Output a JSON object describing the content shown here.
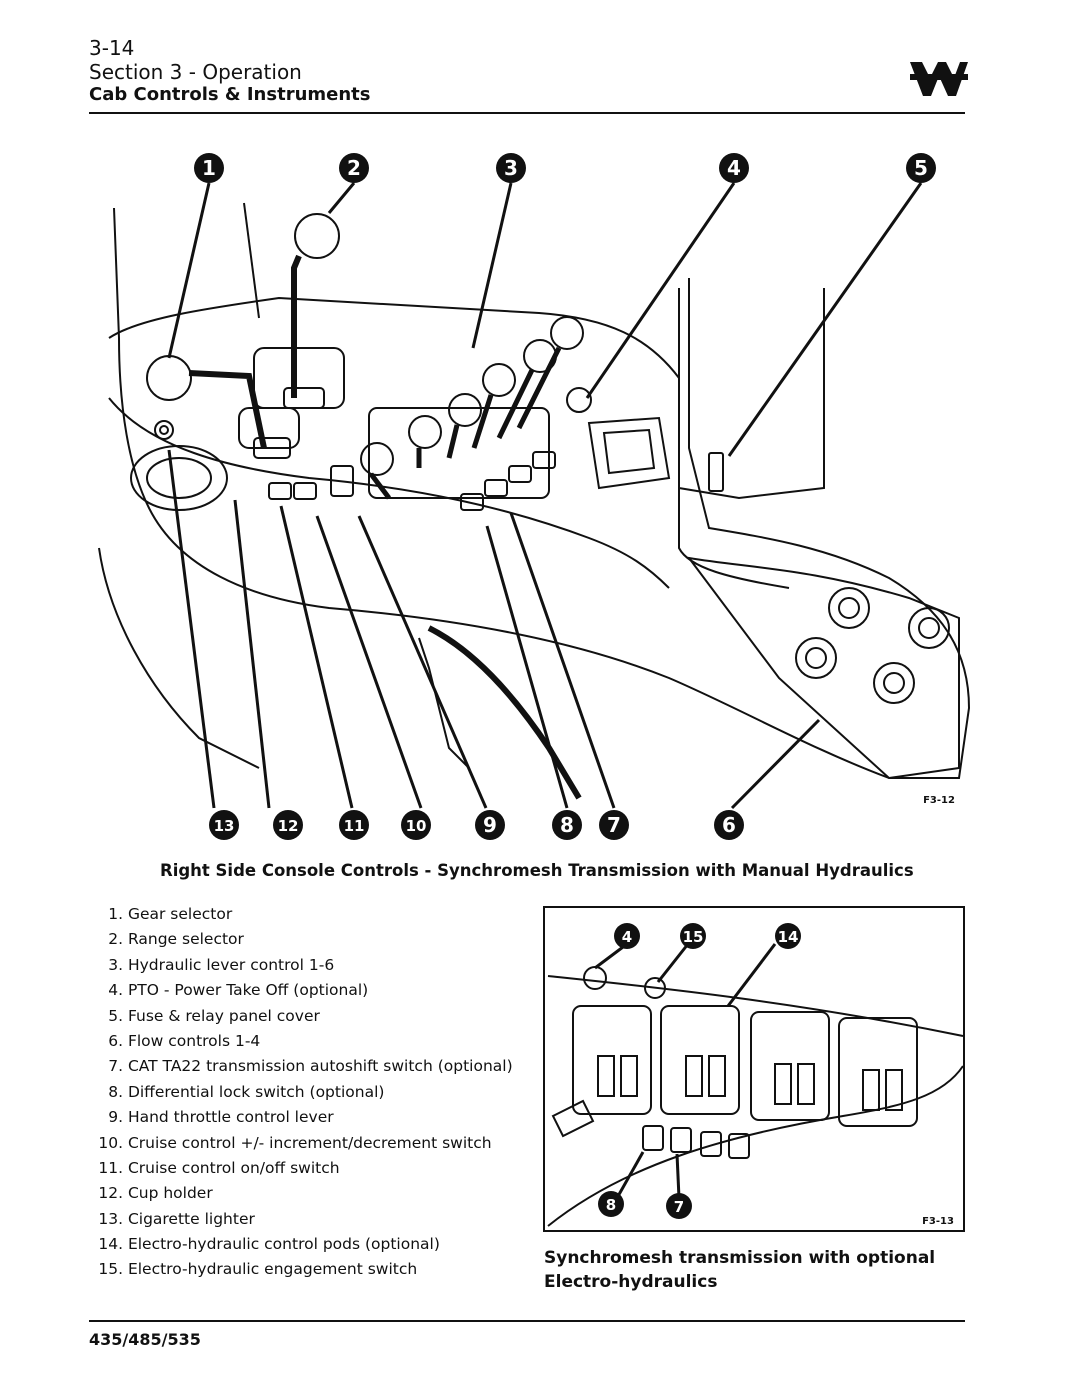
{
  "header": {
    "page_number": "3-14",
    "section": "Section 3 - Operation",
    "title": "Cab Controls & Instruments"
  },
  "figure_main": {
    "tag": "F3-12",
    "callouts": [
      "1",
      "2",
      "3",
      "4",
      "5",
      "6",
      "7",
      "8",
      "9",
      "10",
      "11",
      "12",
      "13"
    ],
    "caption": "Right Side Console Controls - Synchromesh Transmission with Manual Hydraulics"
  },
  "legend": [
    {
      "num": "1.",
      "text": "Gear selector"
    },
    {
      "num": "2.",
      "text": "Range selector"
    },
    {
      "num": "3.",
      "text": "Hydraulic lever control 1-6"
    },
    {
      "num": "4.",
      "text": "PTO - Power Take Off (optional)"
    },
    {
      "num": "5.",
      "text": "Fuse & relay panel cover"
    },
    {
      "num": "6.",
      "text": "Flow controls 1-4"
    },
    {
      "num": "7.",
      "text": "CAT TA22 transmission autoshift switch (optional)"
    },
    {
      "num": "8.",
      "text": "Differential lock switch (optional)"
    },
    {
      "num": "9.",
      "text": "Hand throttle control lever"
    },
    {
      "num": "10.",
      "text": "Cruise control +/- increment/decrement switch"
    },
    {
      "num": "11.",
      "text": "Cruise control on/off switch"
    },
    {
      "num": "12.",
      "text": "Cup holder"
    },
    {
      "num": "13.",
      "text": "Cigarette lighter"
    },
    {
      "num": "14.",
      "text": "Electro-hydraulic control pods (optional)"
    },
    {
      "num": "15.",
      "text": "Electro-hydraulic engagement switch"
    }
  ],
  "figure_inset": {
    "tag": "F3-13",
    "callouts": [
      "4",
      "15",
      "14",
      "8",
      "7"
    ],
    "caption": "Synchromesh transmission with optional Electro-hydraulics"
  },
  "footer": {
    "model": "435/485/535"
  },
  "icons": [
    "brand-logo-icon"
  ],
  "colors": {
    "ink": "#111111",
    "paper": "#ffffff"
  }
}
